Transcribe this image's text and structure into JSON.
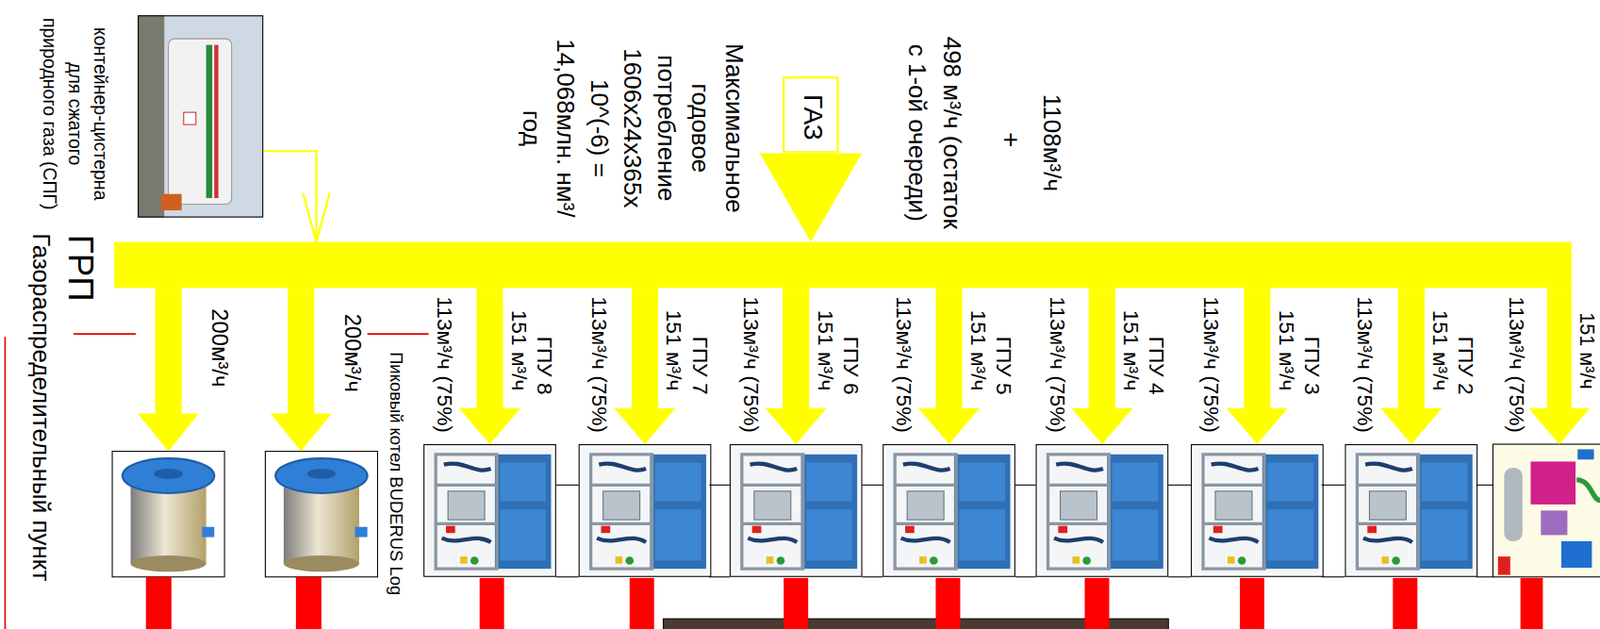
{
  "diagram": {
    "nodes": [
      {
        "text": [
          "контейнер-цистерна для сжатого природного газа (СПГ)"
        ]
      },
      {
        "text": [
          "ГАЗ"
        ]
      },
      {
        "text": [
          "ГРП",
          "Газораспределительный пункт"
        ]
      },
      {
        "text": [
          "ГПУ 8"
        ]
      },
      {
        "text": [
          "ГПУ 7"
        ]
      },
      {
        "text": [
          "ГПУ 6"
        ]
      },
      {
        "text": [
          "ГПУ 5"
        ]
      },
      {
        "text": [
          "ГПУ 4"
        ]
      },
      {
        "text": [
          "ГПУ 3"
        ]
      },
      {
        "text": [
          "ГПУ 2"
        ]
      }
    ],
    "edges": [
      {
        "from": 0,
        "to": 2,
        "arrow": "to"
      },
      {
        "from": 1,
        "to": 2,
        "arrow": "to"
      },
      {
        "from": 2,
        "to": 3,
        "arrow": "to",
        "label": "151 м³/ч"
      },
      {
        "from": 2,
        "to": 4,
        "arrow": "to",
        "label": "151 м³/ч"
      },
      {
        "from": 2,
        "to": 5,
        "arrow": "to",
        "label": "151 м³/ч"
      },
      {
        "from": 2,
        "to": 6,
        "arrow": "to",
        "label": "151 м³/ч"
      },
      {
        "from": 2,
        "to": 7,
        "arrow": "to",
        "label": "151 м³/ч"
      },
      {
        "from": 2,
        "to": 8,
        "arrow": "to",
        "label": "151 м³/ч"
      },
      {
        "from": 2,
        "to": 9,
        "arrow": "to",
        "label": "151 м³/ч"
      }
    ],
    "labels": [
      "Максимальное годовое потребление 1606x24x365x 10^(-6) = 14,068млн. нм³/год",
      "1108м³/ч",
      "+",
      "498 м³/ч (остаток с 1-ой очереди)",
      "200м³/ч",
      "200м³/ч",
      "Пиковый котел BUDERUS Log",
      "113м³/ч (75%)",
      "113м³/ч (75%)",
      "113м³/ч (75%)",
      "113м³/ч (75%)",
      "113м³/ч (75%)",
      "113м³/ч (75%)",
      "113м³/ч (75%)",
      "113м³/ч (75%)",
      "151 м³/ч"
    ]
  }
}
